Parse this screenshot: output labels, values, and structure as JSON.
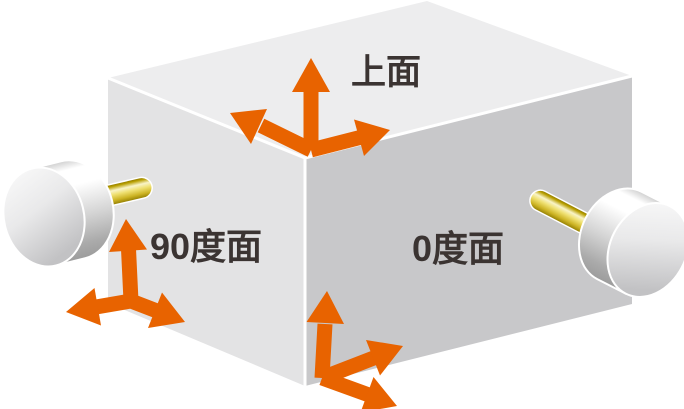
{
  "diagram": {
    "labels": {
      "top_face": "上面",
      "left_face": "90度面",
      "right_face": "0度面"
    },
    "colors": {
      "arrow_orange": "#E86300",
      "top_face_gray": "#EDEDEE",
      "left_face_gray": "#E3E3E4",
      "right_face_gray": "#C8C8CA",
      "edge_highlight": "#FFFFFF",
      "spindle_body_gray": "#D6D6D6",
      "shaft_gold": "#E6D34F",
      "label_text": "#3B3432",
      "background": "#FFFFFF"
    },
    "icons": {
      "top_axes": "three-arrow-axes-icon",
      "left_axes": "three-arrow-axes-icon",
      "front_axes": "three-arrow-axes-icon",
      "left_probe": "spindle-with-gold-shaft-icon",
      "right_probe": "spindle-with-gold-shaft-icon"
    }
  }
}
